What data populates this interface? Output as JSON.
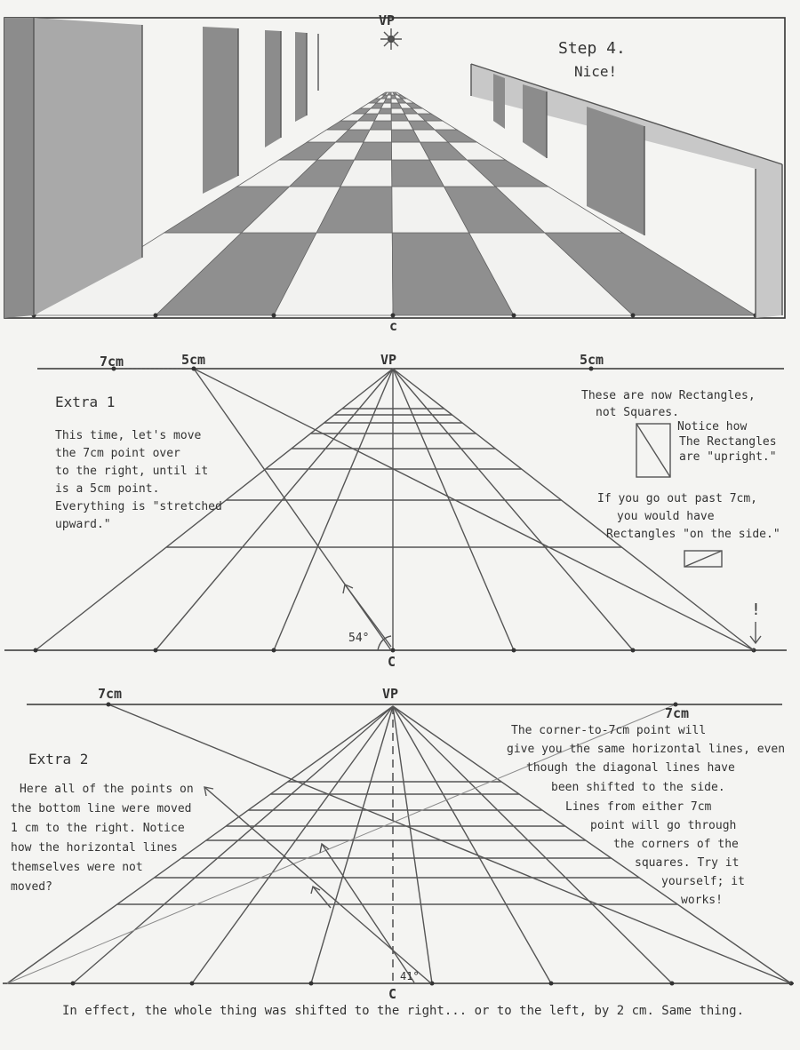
{
  "step4": {
    "vp_label": "VP",
    "title": "Step 4.",
    "subtitle": "Nice!",
    "c_label": "c"
  },
  "extra1": {
    "label_7cm": "7cm",
    "label_5cm_left": "5cm",
    "label_vp": "VP",
    "label_5cm_right": "5cm",
    "title": "Extra 1",
    "note_left": [
      "This time, let's move",
      "the 7cm point over",
      "to the right, until it",
      "is a 5cm point.",
      "Everything is \"stretched",
      "upward.\""
    ],
    "note_rect": [
      "These are now Rectangles,",
      "not Squares."
    ],
    "note_upright": [
      "Notice how",
      "The Rectangles",
      "are \"upright.\""
    ],
    "note_side": [
      "If you go out past 7cm,",
      "you would have",
      "Rectangles \"on the side.\""
    ],
    "angle": "54°",
    "c_label": "C",
    "exclaim": "!"
  },
  "extra2": {
    "label_7cm_left": "7cm",
    "label_vp": "VP",
    "label_7cm_right": "7cm",
    "title": "Extra 2",
    "note_left": [
      "Here all of the points on",
      "the bottom line were moved",
      "1 cm to the right. Notice",
      "how the horizontal lines",
      "themselves were not",
      "moved?"
    ],
    "note_right": [
      "The corner-to-7cm point will",
      "give you the same horizontal lines, even",
      "though the diagonal lines have",
      "been shifted to the side.",
      "Lines from either 7cm",
      "point will go through",
      "the corners of the",
      "squares. Try it",
      "yourself; it",
      "works!"
    ],
    "angle": "41°",
    "c_label": "C"
  },
  "footer": "In effect, the whole thing was shifted to the right... or to the left, by 2 cm. Same thing."
}
